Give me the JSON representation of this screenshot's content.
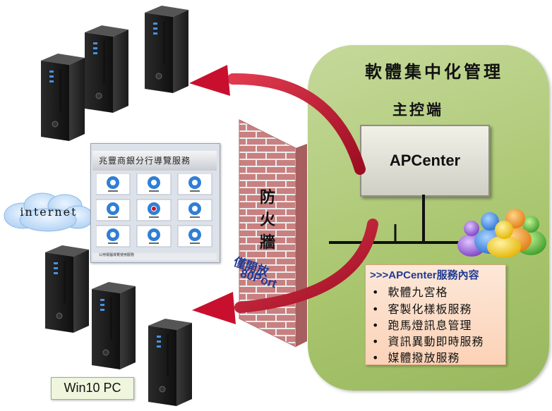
{
  "panel": {
    "title": "軟體集中化管理",
    "console_label": "主控端",
    "server_label": "APCenter"
  },
  "services": {
    "header": ">>>APCenter服務內容",
    "bullet": "•",
    "items": [
      "軟體九宮格",
      "客製化樣板服務",
      "跑馬燈訊息管理",
      "資訊異動即時服務",
      "媒體撥放服務"
    ]
  },
  "firewall": {
    "chars": [
      "防",
      "火",
      "牆"
    ],
    "note_line1": "僅開放",
    "note_line2": "80Port"
  },
  "network": {
    "cloud_label": "internet"
  },
  "kiosk": {
    "title": "兆豐商銀分行導覽服務",
    "footer": "公用電腦導覽使用服務"
  },
  "client": {
    "label": "Win10 PC"
  },
  "colors": {
    "panel_green": "#a9c56e",
    "arrow_red": "#c8102e",
    "header_blue": "#1f3a93",
    "brick": "#c98080"
  }
}
